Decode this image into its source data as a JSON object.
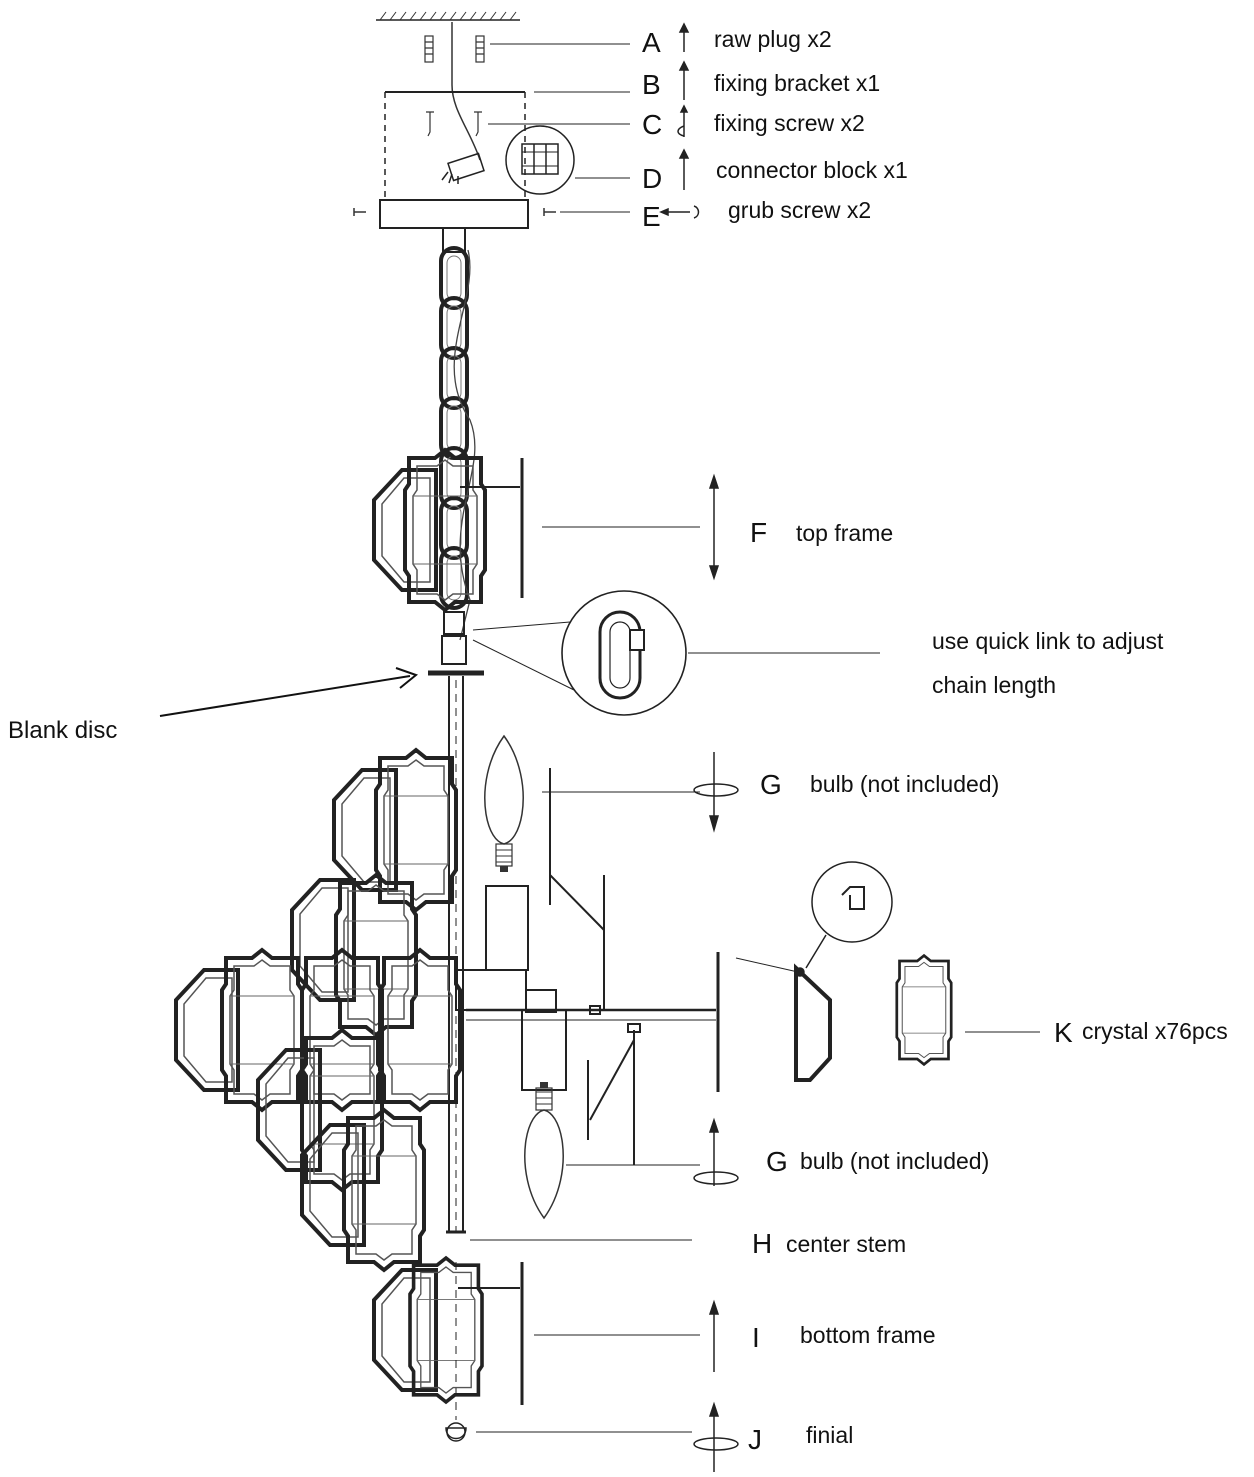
{
  "parts": [
    {
      "letter": "A",
      "label": "raw plug x2"
    },
    {
      "letter": "B",
      "label": "fixing bracket x1"
    },
    {
      "letter": "C",
      "label": "fixing screw x2"
    },
    {
      "letter": "D",
      "label": "connector block x1"
    },
    {
      "letter": "E",
      "label": "grub screw x2"
    },
    {
      "letter": "F",
      "label": "top frame"
    },
    {
      "letter": "G",
      "label": "bulb (not included)"
    },
    {
      "letter": "G",
      "label": "bulb (not included)"
    },
    {
      "letter": "H",
      "label": "center stem"
    },
    {
      "letter": "I",
      "label": "bottom frame"
    },
    {
      "letter": "J",
      "label": "finial"
    },
    {
      "letter": "K",
      "label": "crystal x76pcs"
    }
  ],
  "notes": {
    "quick_link_line1": "use quick link to adjust",
    "quick_link_line2": "chain length",
    "blank_disc": "Blank disc"
  },
  "colors": {
    "line": "#1a1a1a",
    "background": "#ffffff"
  }
}
